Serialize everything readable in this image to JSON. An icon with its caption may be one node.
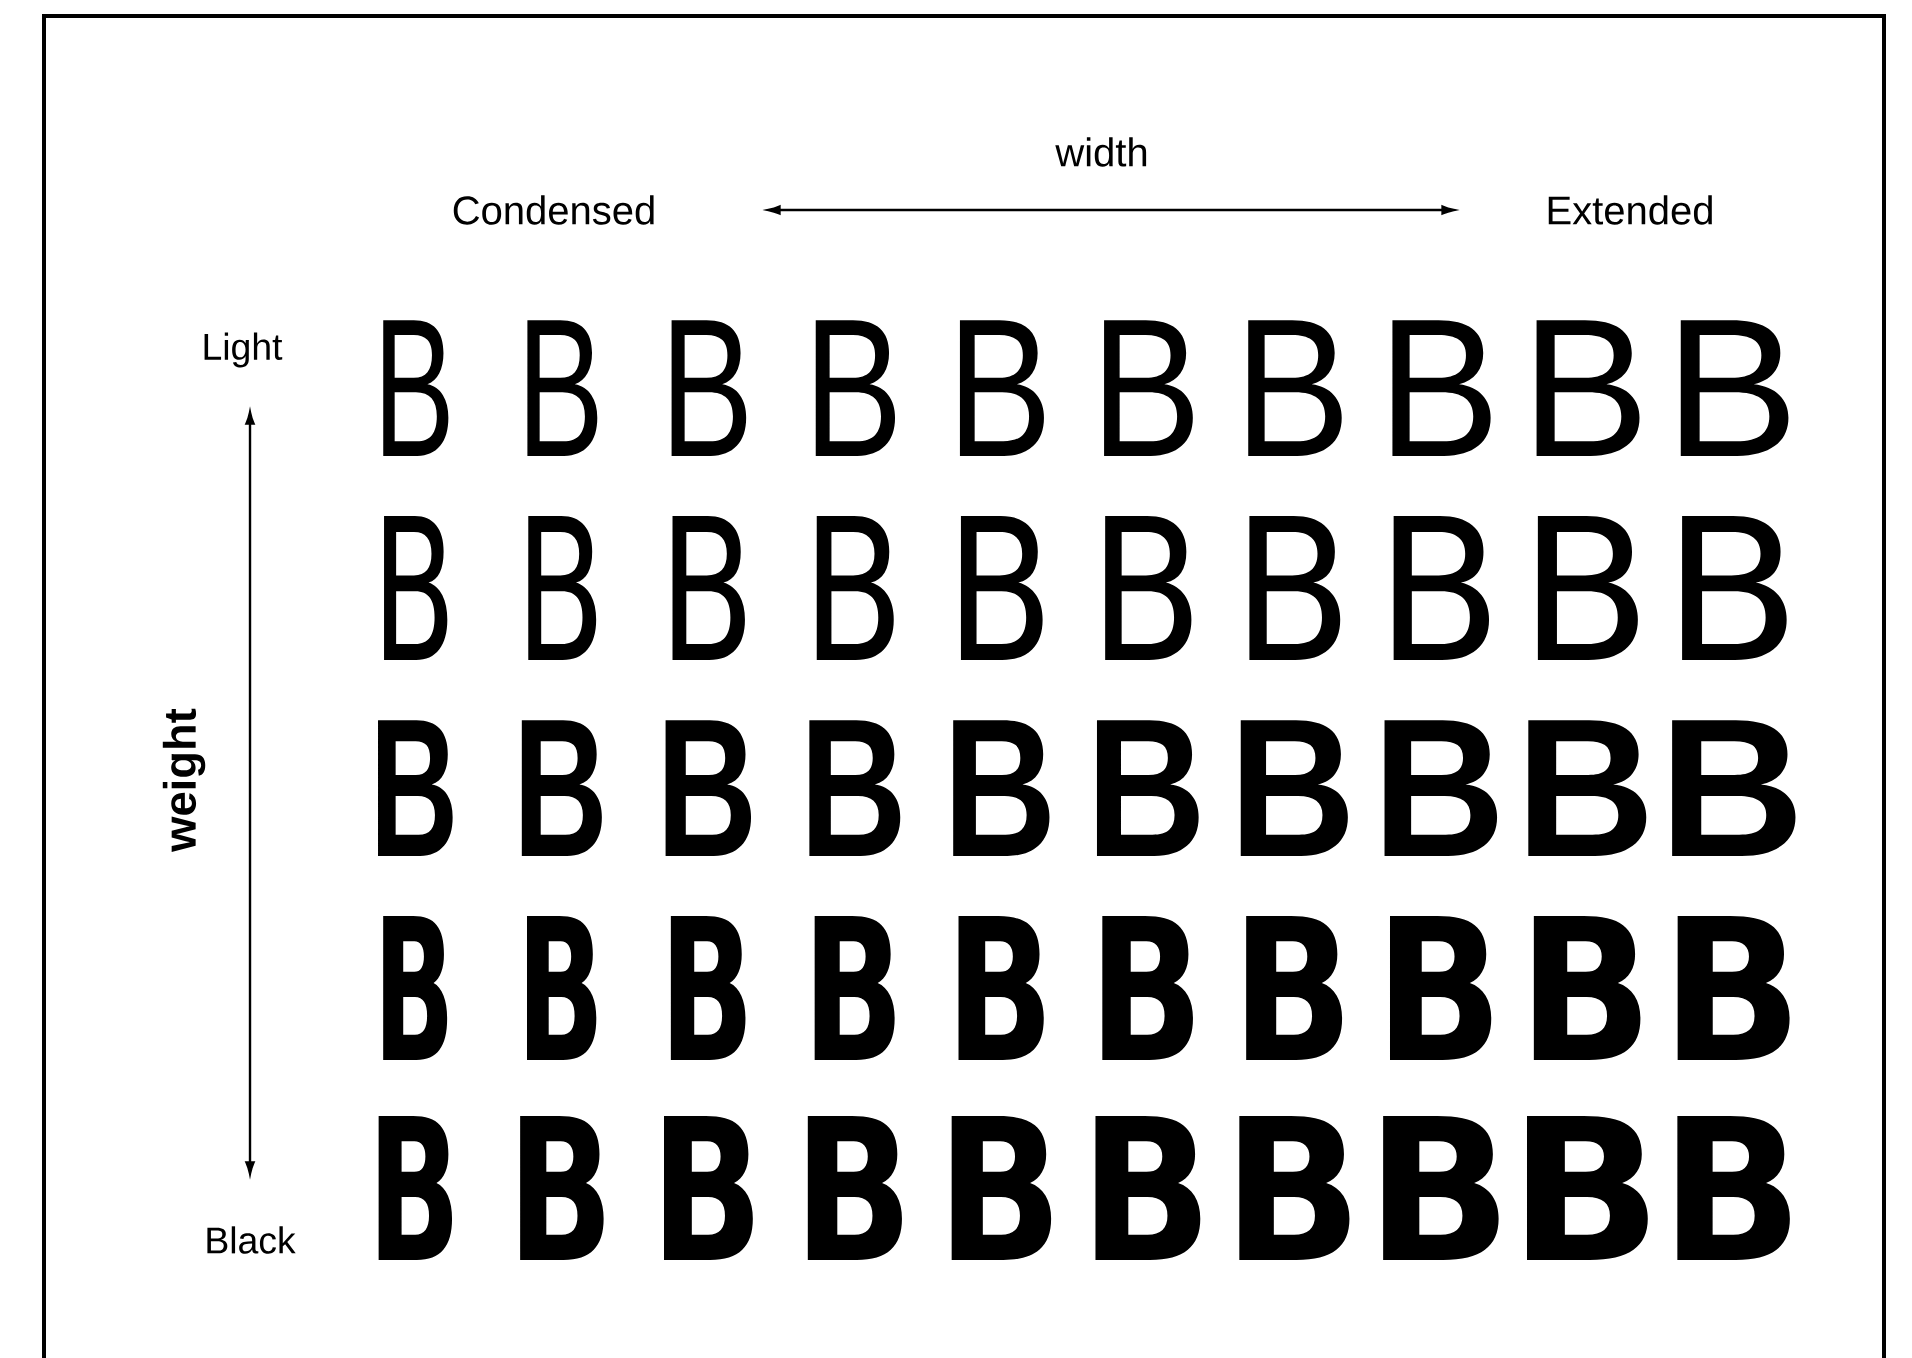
{
  "diagram": {
    "labels": [
      "width",
      "Condensed",
      "Extended",
      "Light",
      "B",
      "B",
      "B",
      "B",
      "B",
      "B",
      "B",
      "B",
      "B",
      "B",
      "B",
      "B",
      "B",
      "B",
      "B",
      "B",
      "B",
      "B",
      "B",
      "B",
      "weight",
      "B",
      "B",
      "B",
      "B",
      "B",
      "B",
      "B",
      "B",
      "B",
      "B",
      "B",
      "B",
      "B",
      "B",
      "B",
      "B",
      "B",
      "B",
      "B",
      "B",
      "Black",
      "B",
      "B",
      "B",
      "B",
      "B",
      "B",
      "B",
      "B",
      "B",
      "B"
    ]
  }
}
